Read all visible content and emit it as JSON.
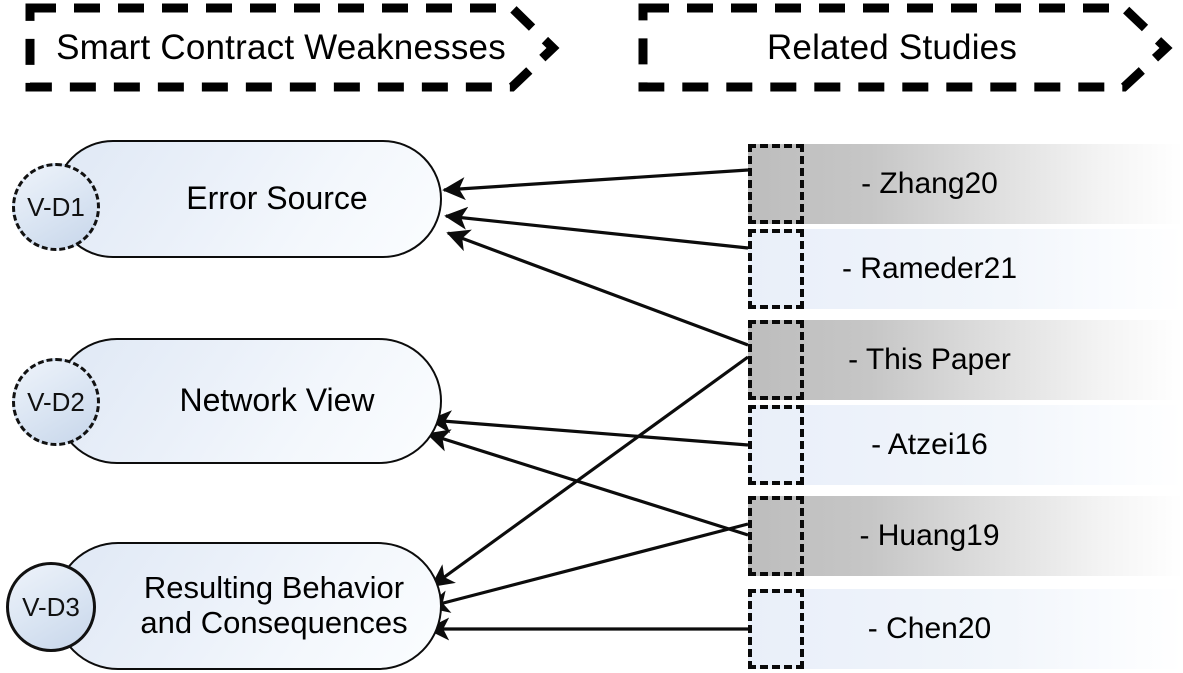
{
  "banners": {
    "left": {
      "label": "Smart Contract Weaknesses"
    },
    "right": {
      "label": "Related Studies"
    }
  },
  "weaknesses": [
    {
      "id": "V-D1",
      "badge": "V-D1",
      "label": "Error Source",
      "badge_border": "dashed"
    },
    {
      "id": "V-D2",
      "badge": "V-D2",
      "label": "Network View",
      "badge_border": "dashed"
    },
    {
      "id": "V-D3",
      "badge": "V-D3",
      "label": "Resulting Behavior\nand Consequences",
      "badge_border": "solid"
    }
  ],
  "studies": [
    {
      "id": "zhang20",
      "label": "- Zhang20",
      "tone": "gray"
    },
    {
      "id": "rameder21",
      "label": "- Rameder21",
      "tone": "blue"
    },
    {
      "id": "this-paper",
      "label": "- This Paper",
      "tone": "gray"
    },
    {
      "id": "atzei16",
      "label": "- Atzei16",
      "tone": "blue"
    },
    {
      "id": "huang19",
      "label": "- Huang19",
      "tone": "gray"
    },
    {
      "id": "chen20",
      "label": "- Chen20",
      "tone": "blue"
    }
  ],
  "edges": [
    {
      "from": "zhang20",
      "to": "V-D1"
    },
    {
      "from": "rameder21",
      "to": "V-D1"
    },
    {
      "from": "this-paper",
      "to": "V-D1"
    },
    {
      "from": "atzei16",
      "to": "V-D2"
    },
    {
      "from": "huang19",
      "to": "V-D2"
    },
    {
      "from": "this-paper",
      "to": "V-D3"
    },
    {
      "from": "huang19",
      "to": "V-D3"
    },
    {
      "from": "chen20",
      "to": "V-D3"
    }
  ],
  "colors": {
    "stroke": "#0c0c0c",
    "node_fill_start": "#dfe8f5",
    "node_fill_end": "#fbfdff",
    "badge_fill": "#c7d6ea",
    "study_gray": "#bdbdbd",
    "study_blue": "#e9eff9",
    "background": "#ffffff"
  }
}
